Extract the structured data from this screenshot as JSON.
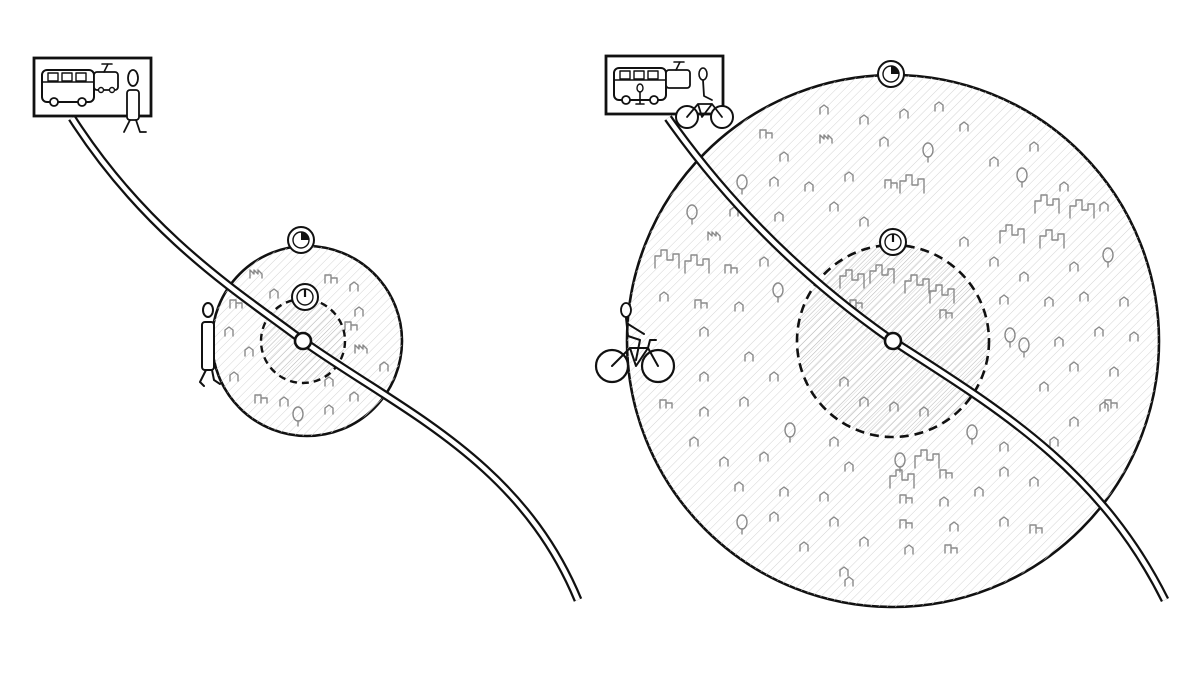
{
  "scenarios": [
    {
      "mode_card_icons": [
        "bus-icon",
        "tram-icon",
        "pedestrian-icon"
      ],
      "access_mode": "walking",
      "catchment_icons": {
        "outer": "clock-icon",
        "inner": "clock-icon",
        "station": "station-node",
        "traveler": "pedestrian-icon"
      }
    },
    {
      "mode_card_icons": [
        "bus-icon",
        "tram-icon",
        "pedestrian-icon",
        "cyclist-icon"
      ],
      "access_mode": "cycling",
      "catchment_icons": {
        "outer": "clock-icon",
        "inner": "clock-icon",
        "station": "station-node",
        "traveler": "cyclist-icon"
      }
    }
  ],
  "colors": {
    "ink": "#111111",
    "hatch": "#c8c8c8",
    "buildings": "#8a8a8a",
    "background": "#ffffff"
  }
}
